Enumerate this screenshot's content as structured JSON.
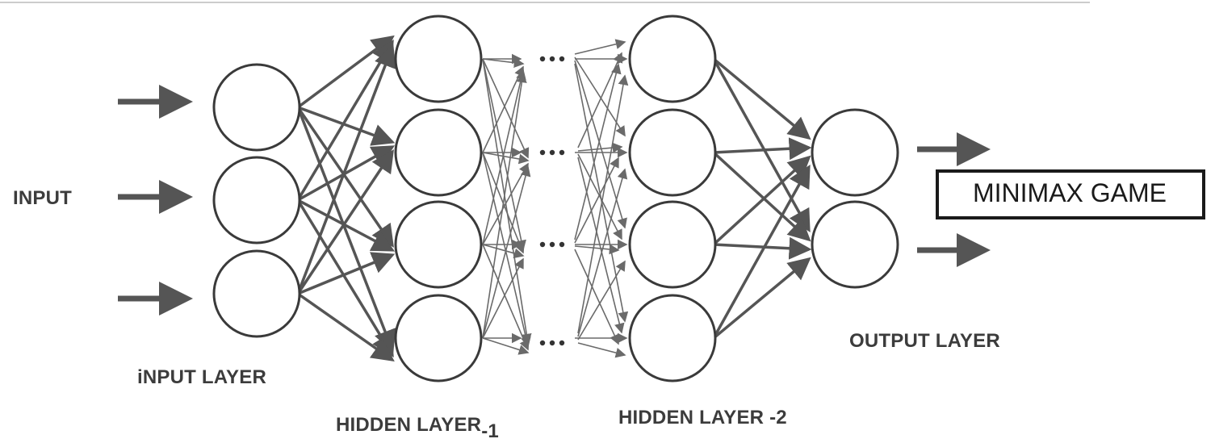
{
  "labels": {
    "input": "INPUT",
    "input_layer": "iNPUT  LAYER",
    "hidden_layer_1": "HIDDEN LAYER",
    "hidden_layer_1_suffix": "-1",
    "hidden_layer_2": "HIDDEN LAYER -2",
    "output_layer": "OUTPUT LAYER",
    "minimax_game": "MINIMAX GAME"
  },
  "colors": {
    "neuron_stroke": "#3a3a3a",
    "edge": "#555555",
    "thin_edge": "#6a6a6a",
    "box_border": "#1a1a1a",
    "text": "#3c3c3c"
  }
}
